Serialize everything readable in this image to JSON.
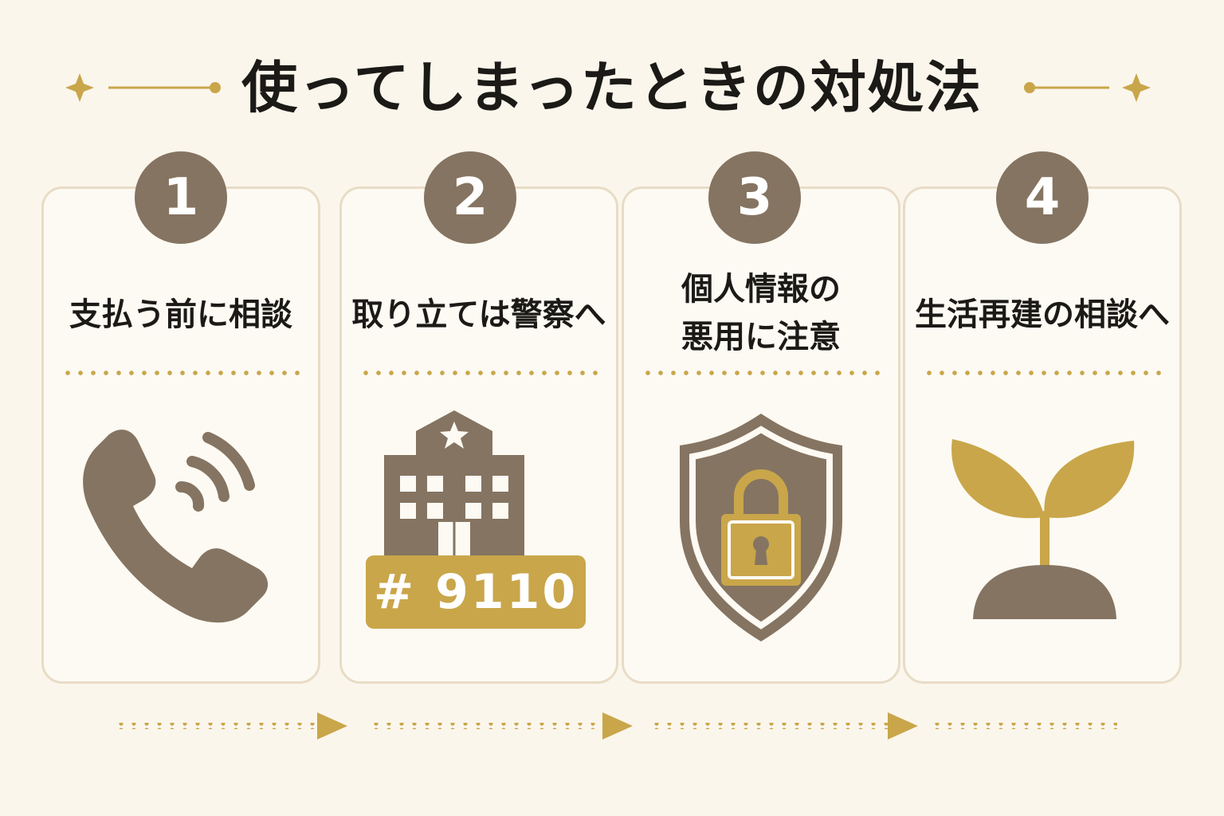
{
  "title": "使ってしまったときの対処法",
  "steps": [
    {
      "number": "1",
      "label": "支払う前に相談",
      "icon": "phone-icon"
    },
    {
      "number": "2",
      "label": "取り立ては警察へ",
      "icon": "police-station-icon",
      "badge_text": "# 9110"
    },
    {
      "number": "3",
      "label_line1": "個人情報の",
      "label_line2": "悪用に注意",
      "icon": "shield-lock-icon"
    },
    {
      "number": "4",
      "label": "生活再建の相談へ",
      "icon": "sprout-icon"
    }
  ],
  "colors": {
    "background": "#fbf6ec",
    "accent_gold": "#c9a64a",
    "brown": "#857461",
    "text": "#1c1a17"
  }
}
